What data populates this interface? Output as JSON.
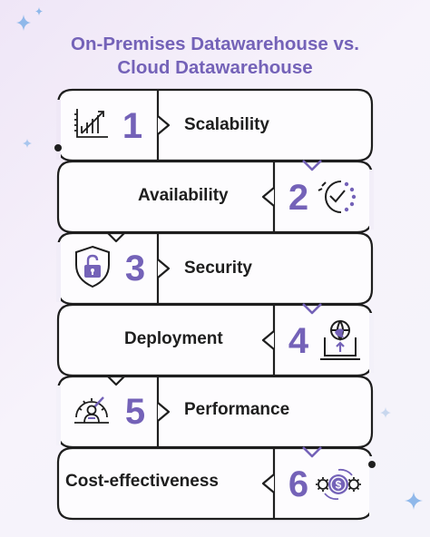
{
  "title": {
    "line1": "On-Premises Datawarehouse vs.",
    "line2": "Cloud Datawarehouse"
  },
  "colors": {
    "accent": "#7462b8",
    "outline": "#1e1e1e",
    "band_fill": "#fdfcfe",
    "sparkle": "#8fb8ea"
  },
  "steps": [
    {
      "number": "1",
      "label": "Scalability",
      "icon": "scalability-chart-icon"
    },
    {
      "number": "2",
      "label": "Availability",
      "icon": "clock-refresh-icon"
    },
    {
      "number": "3",
      "label": "Security",
      "icon": "shield-lock-icon"
    },
    {
      "number": "4",
      "label": "Deployment",
      "icon": "laptop-globe-icon"
    },
    {
      "number": "5",
      "label": "Performance",
      "icon": "speedometer-user-icon"
    },
    {
      "number": "6",
      "label": "Cost-effectiveness",
      "icon": "coin-gears-icon"
    }
  ]
}
